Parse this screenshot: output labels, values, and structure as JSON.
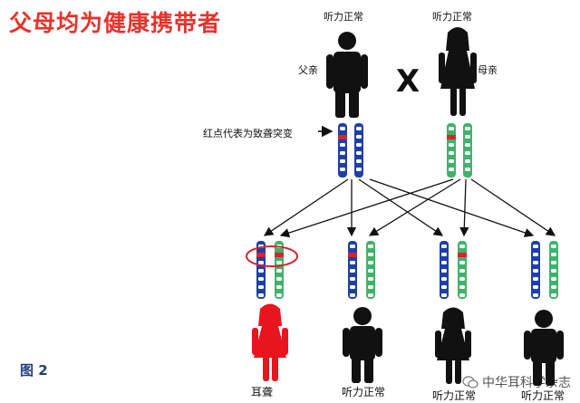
{
  "title": "父母均为健康携带者",
  "father": {
    "status": "听力正常",
    "role": "父亲"
  },
  "mother": {
    "status": "听力正常",
    "role": "母亲"
  },
  "cross_symbol": "X",
  "mutation_note": "红点代表为致聋突变",
  "children": [
    {
      "label": "耳聋",
      "affected": true
    },
    {
      "label": "听力正常",
      "affected": false
    },
    {
      "label": "听力正常",
      "affected": false
    },
    {
      "label": "听力正常",
      "affected": false
    }
  ],
  "figure_label": "图 2",
  "watermark": "中华耳科学杂志",
  "colors": {
    "title": "#e8322b",
    "blue_chromosome": "#1f3fa8",
    "green_chromosome": "#3fb36a",
    "mutation": "#d9232d",
    "affected": "#e8141e",
    "normal": "#111111"
  }
}
